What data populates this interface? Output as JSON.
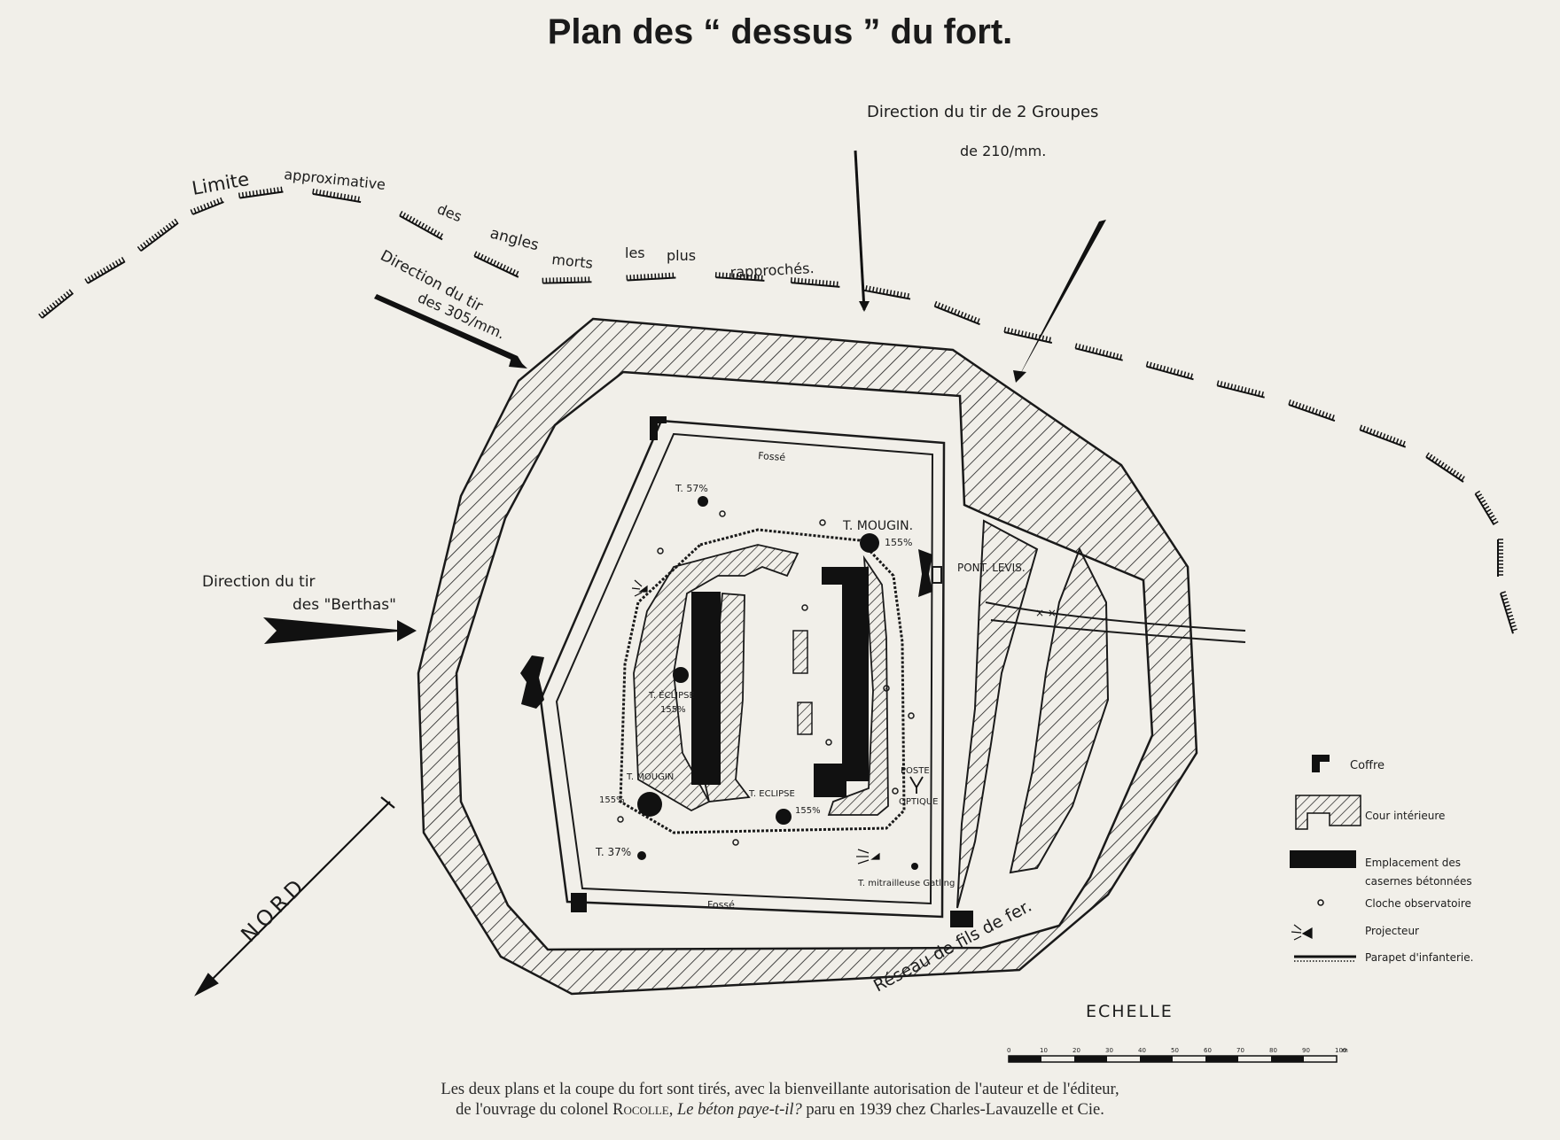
{
  "title": "Plan des “ dessus ” du fort.",
  "labels": {
    "limite_1": "Limite",
    "limite_2": "approximative",
    "limite_3": "des",
    "limite_4": "angles",
    "limite_5": "morts",
    "limite_6": "les",
    "limite_7": "plus",
    "limite_8": "rapprochés.",
    "dir_210_line1": "Direction du tir de 2 Groupes",
    "dir_210_line2": "de 210/mm.",
    "dir_305_line1": "Direction du tir",
    "dir_305_line2": "des 305/mm.",
    "dir_berthas_line1": "Direction du tir",
    "dir_berthas_line2": "des \"Berthas\"",
    "fosse_top": "Fossé",
    "fosse_bottom": "Fossé",
    "t57_top": "T. 57%",
    "t_mougin_top": "T. MOUGIN.",
    "t_mougin_top_cal": "155%",
    "pont_levis": "PONT. LEVIS.",
    "t_eclipse_left": "T. ÉCLIPSE",
    "t_eclipse_left_cal": "155%",
    "t_mougin_bottom": "T. MOUGIN",
    "t_mougin_bottom_cal": "155%",
    "t_eclipse_bottom": "T. ECLIPSE",
    "t_eclipse_bottom_cal": "155%",
    "t57_bottom": "T. 37%",
    "poste": "POSTE",
    "optique": "OPTIQUE",
    "mitrailleuse": "T. mitrailleuse Gatling",
    "reseau": "Réseau de fils de fer.",
    "nord": "NORD",
    "echelle": "ECHELLE",
    "scale_ticks": [
      "0",
      "10",
      "20",
      "30",
      "40",
      "50",
      "60",
      "70",
      "80",
      "90",
      "100",
      "m"
    ]
  },
  "legend": {
    "coffre": "Coffre",
    "cour": "Cour intérieure",
    "casernes_1": "Emplacement des",
    "casernes_2": "casernes bétonnées",
    "cloche": "Cloche observatoire",
    "projecteur": "Projecteur",
    "parapet": "Parapet d'infanterie."
  },
  "caption": {
    "line1": "Les deux plans et la coupe du fort sont tirés, avec la bienveillante autorisation de l'auteur et de l'éditeur,",
    "line2_a": "de l'ouvrage du colonel",
    "line2_name": "Rocolle,",
    "line2_book": "Le béton paye-t-il?",
    "line2_b": "paru en 1939 chez Charles-Lavauzelle et Cie."
  },
  "colors": {
    "ink": "#151515",
    "paper": "#f1efe9"
  }
}
